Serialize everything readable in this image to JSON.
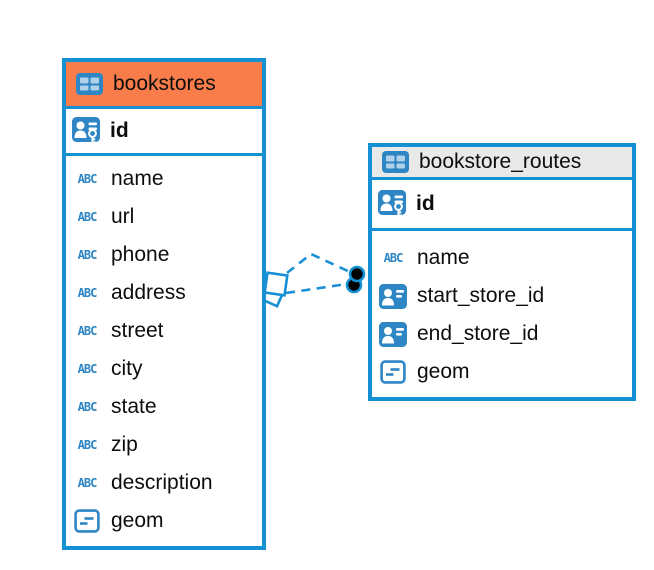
{
  "diagram": {
    "background": "#ffffff",
    "border_blue": "#1590d2",
    "icon_blue": "#2e86c4",
    "relationship": {
      "style": "dashed",
      "line_color": "#1b8fd6",
      "line_count": 2,
      "source_table": "bookstores",
      "target_table": "bookstore_routes",
      "source_marker": "overlapping-squares",
      "target_marker": "overlapping-black-dots"
    }
  },
  "icons": {
    "text_type_glyph": "ABC"
  },
  "tables": [
    {
      "name": "bookstores",
      "header_color": "#f87d4a",
      "primary_key": {
        "name": "id",
        "type": "primary-key"
      },
      "fields": [
        {
          "name": "name",
          "type": "text"
        },
        {
          "name": "url",
          "type": "text"
        },
        {
          "name": "phone",
          "type": "text"
        },
        {
          "name": "address",
          "type": "text"
        },
        {
          "name": "street",
          "type": "text"
        },
        {
          "name": "city",
          "type": "text"
        },
        {
          "name": "state",
          "type": "text"
        },
        {
          "name": "zip",
          "type": "text"
        },
        {
          "name": "description",
          "type": "text"
        },
        {
          "name": "geom",
          "type": "geometry"
        }
      ]
    },
    {
      "name": "bookstore_routes",
      "header_color": "#e9e9e9",
      "primary_key": {
        "name": "id",
        "type": "primary-key"
      },
      "fields": [
        {
          "name": "name",
          "type": "text"
        },
        {
          "name": "start_store_id",
          "type": "foreign-key"
        },
        {
          "name": "end_store_id",
          "type": "foreign-key"
        },
        {
          "name": "geom",
          "type": "geometry"
        }
      ]
    }
  ]
}
